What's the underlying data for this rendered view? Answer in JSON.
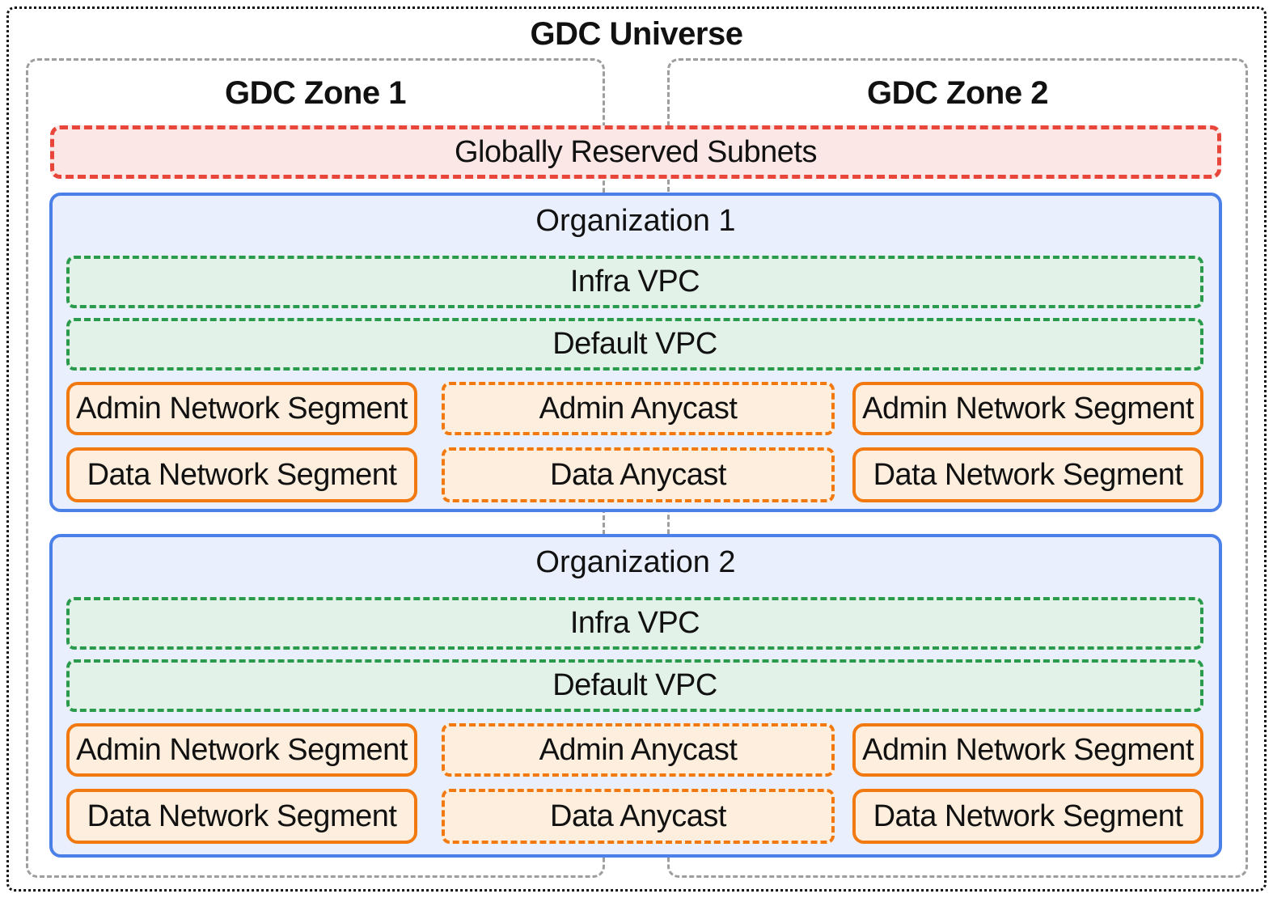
{
  "title": "GDC Universe",
  "zones": [
    {
      "label": "GDC Zone 1"
    },
    {
      "label": "GDC Zone 2"
    }
  ],
  "reserved_subnets": {
    "label": "Globally Reserved Subnets"
  },
  "organizations": [
    {
      "label": "Organization 1",
      "vpcs": [
        {
          "label": "Infra VPC"
        },
        {
          "label": "Default VPC"
        }
      ],
      "admin_row": {
        "left": "Admin Network Segment",
        "center": "Admin Anycast",
        "right": "Admin Network Segment"
      },
      "data_row": {
        "left": "Data Network Segment",
        "center": "Data Anycast",
        "right": "Data Network Segment"
      }
    },
    {
      "label": "Organization 2",
      "vpcs": [
        {
          "label": "Infra VPC"
        },
        {
          "label": "Default VPC"
        }
      ],
      "admin_row": {
        "left": "Admin Network Segment",
        "center": "Admin Anycast",
        "right": "Admin Network Segment"
      },
      "data_row": {
        "left": "Data Network Segment",
        "center": "Data Anycast",
        "right": "Data Network Segment"
      }
    }
  ],
  "colors": {
    "universe-border": "#111111",
    "zone-border": "#9e9e9e",
    "reserved-border": "#e8463a",
    "reserved-fill": "#fbe8e6",
    "org-border": "#4a80e8",
    "org-fill": "#e9effc",
    "vpc-border": "#2a9b4d",
    "vpc-fill": "#e3f2e9",
    "segment-border": "#f1790f",
    "segment-fill": "#fdeedd",
    "text": "#111111"
  }
}
